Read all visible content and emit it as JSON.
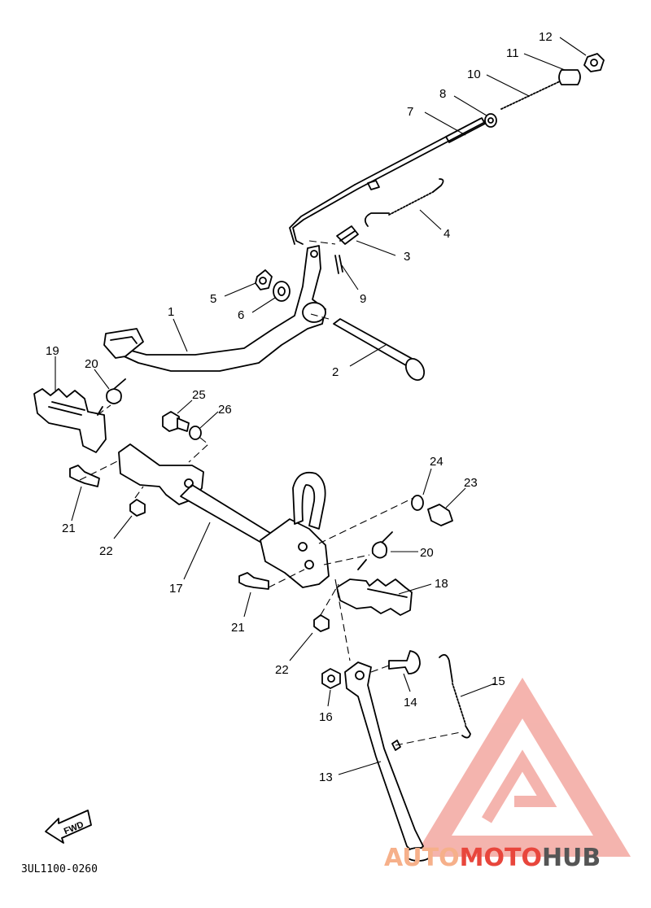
{
  "callouts": [
    {
      "id": "c1",
      "text": "1"
    },
    {
      "id": "c2",
      "text": "2"
    },
    {
      "id": "c3",
      "text": "3"
    },
    {
      "id": "c4",
      "text": "4"
    },
    {
      "id": "c5",
      "text": "5"
    },
    {
      "id": "c6",
      "text": "6"
    },
    {
      "id": "c7",
      "text": "7"
    },
    {
      "id": "c8",
      "text": "8"
    },
    {
      "id": "c9",
      "text": "9"
    },
    {
      "id": "c10",
      "text": "10"
    },
    {
      "id": "c11",
      "text": "11"
    },
    {
      "id": "c12",
      "text": "12"
    },
    {
      "id": "c13",
      "text": "13"
    },
    {
      "id": "c14",
      "text": "14"
    },
    {
      "id": "c15",
      "text": "15"
    },
    {
      "id": "c16",
      "text": "16"
    },
    {
      "id": "c17",
      "text": "17"
    },
    {
      "id": "c18",
      "text": "18"
    },
    {
      "id": "c19",
      "text": "19"
    },
    {
      "id": "c20a",
      "text": "20"
    },
    {
      "id": "c20b",
      "text": "20"
    },
    {
      "id": "c21a",
      "text": "21"
    },
    {
      "id": "c21b",
      "text": "21"
    },
    {
      "id": "c22a",
      "text": "22"
    },
    {
      "id": "c22b",
      "text": "22"
    },
    {
      "id": "c23",
      "text": "23"
    },
    {
      "id": "c24",
      "text": "24"
    },
    {
      "id": "c25",
      "text": "25"
    },
    {
      "id": "c26",
      "text": "26"
    }
  ],
  "diagram_code": "3UL1100-0260",
  "fwd_label": "FWD",
  "watermark": {
    "part1": "AUTO",
    "part2": "MOTO",
    "part3": "HUB",
    "color_light": "#f6b08a",
    "color_accent": "#e8463c",
    "color_dark": "#555555"
  }
}
